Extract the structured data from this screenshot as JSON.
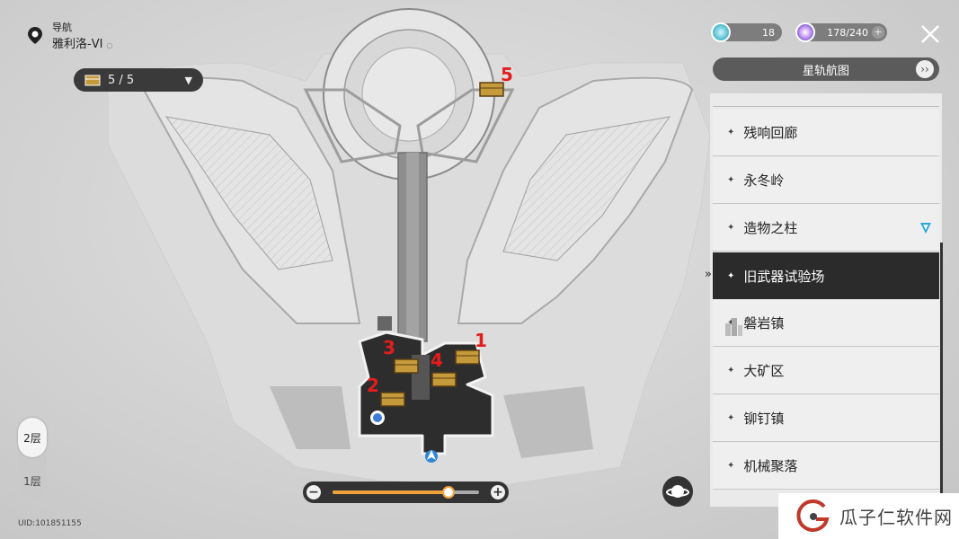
{
  "nav": {
    "label": "导航",
    "location": "雅利洛-VI",
    "extra": "○"
  },
  "chest_counter": {
    "value": "5 / 5"
  },
  "resources": [
    {
      "name": "trailblaze-power-orb",
      "value": "18"
    },
    {
      "name": "stellar-jade-orb",
      "value": "178/240"
    }
  ],
  "star_map_button": {
    "label": "星轨航图"
  },
  "locations": [
    {
      "label": "残响回廊",
      "active": false
    },
    {
      "label": "永冬岭",
      "active": false
    },
    {
      "label": "造物之柱",
      "active": false,
      "marker": true
    },
    {
      "label": "旧武器试验场",
      "active": true
    },
    {
      "label": "磐岩镇",
      "active": false
    },
    {
      "label": "大矿区",
      "active": false
    },
    {
      "label": "铆钉镇",
      "active": false
    },
    {
      "label": "机械聚落",
      "active": false
    }
  ],
  "floors": [
    {
      "label": "2层",
      "selected": true
    },
    {
      "label": "1层",
      "selected": false
    }
  ],
  "zoom": {
    "level": 0.79
  },
  "uid": "UID:101851155",
  "chests": [
    {
      "number": "1"
    },
    {
      "number": "2"
    },
    {
      "number": "3"
    },
    {
      "number": "4"
    },
    {
      "number": "5"
    }
  ],
  "watermark": {
    "text": "瓜子仁软件网"
  },
  "colors": {
    "accent": "#f0a23a",
    "marker_red": "#e31d1d",
    "active_bg": "#2b2b2b",
    "cyan_marker": "#2aa8d8"
  }
}
